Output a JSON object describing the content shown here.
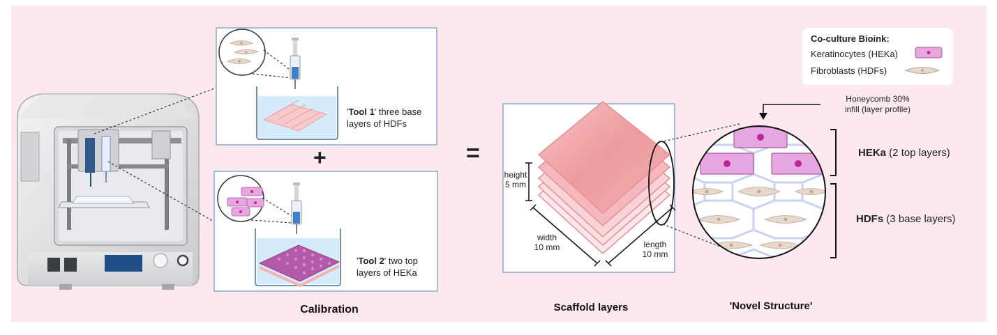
{
  "tool1": {
    "quote_open": "'",
    "name": "Tool 1",
    "rest": "' three base",
    "line2": "layers of HDFs"
  },
  "tool2": {
    "quote_open": "'",
    "name": "Tool 2",
    "rest": "' two top",
    "line2": "layers of HEKa"
  },
  "operators": {
    "plus": "+",
    "equals": "="
  },
  "captions": {
    "calibration": "Calibration",
    "scaffold": "Scaffold layers",
    "novel": "'Novel Structure'"
  },
  "legend": {
    "title": "Co-culture Bioink:",
    "keratinocytes": "Keratinocytes (HEKa)",
    "fibroblasts": "Fibroblasts (HDFs)"
  },
  "honeycomb": {
    "line1": "Honeycomb 30%",
    "line2": "infill (layer profile)"
  },
  "dimensions": {
    "height_label": "height",
    "height_value": "5 mm",
    "width_label": "width",
    "width_value": "10 mm",
    "length_label": "length",
    "length_value": "10 mm"
  },
  "layers": {
    "heka_name": "HEKa",
    "heka_detail": " (2 top layers)",
    "hdfs_name": "HDFs",
    "hdfs_detail": " (3 base layers)"
  },
  "colors": {
    "background": "#fbe9ee",
    "panel_border": "#8aa7d3",
    "scaffold_pink": "#f2a9ad",
    "keratinocyte": "#e6a6e0",
    "nucleus": "#c0269c",
    "fibroblast": "#e8d8cc"
  }
}
